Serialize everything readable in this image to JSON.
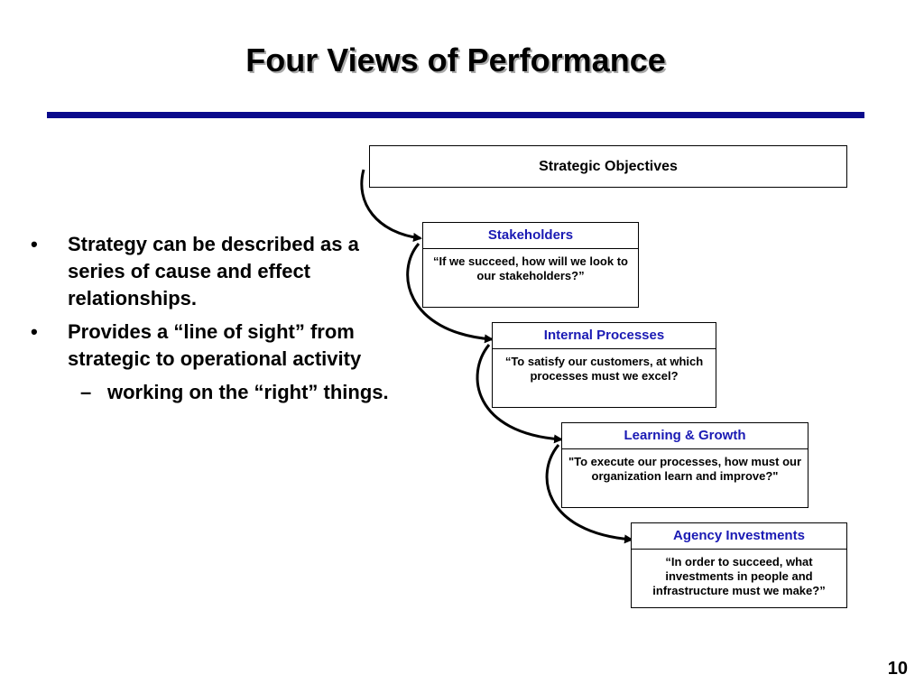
{
  "title": "Four Views of Performance",
  "bullets": {
    "b1": "Strategy can be described as a series of cause and effect relationships.",
    "b2": "Provides a “line of sight” from strategic to operational activity",
    "sub1": "working on the “right” things.",
    "bullet_mark": "•",
    "sub_mark": "–"
  },
  "diagram": {
    "objectives": "Strategic Objectives",
    "boxes": [
      {
        "head": "Stakeholders",
        "body": "“If we succeed, how will we look to our stakeholders?”"
      },
      {
        "head": "Internal Processes",
        "body": "“To satisfy our customers, at which processes must we excel?"
      },
      {
        "head": "Learning & Growth",
        "body": "\"To execute our processes, how must our organization learn and improve?\""
      },
      {
        "head": "Agency Investments",
        "body": "“In order to succeed, what investments in people and infrastructure must we make?”"
      }
    ]
  },
  "page_number": "10",
  "colors": {
    "rule": "#0a0a8c",
    "box_heading": "#1a1ab4"
  }
}
